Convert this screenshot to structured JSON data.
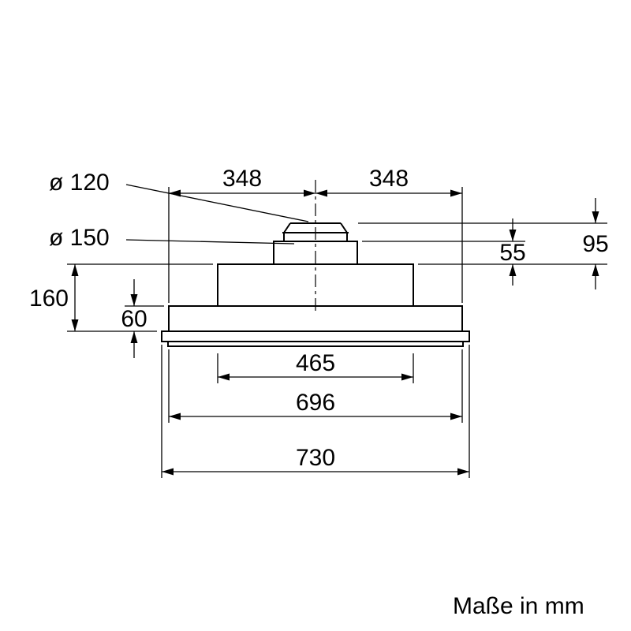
{
  "drawing": {
    "labels": {
      "dia_top": "ø 120",
      "dia_bottom": "ø 150",
      "width_left_half": "348",
      "width_right_half": "348",
      "height_collar_step": "55",
      "height_collar_total": "95",
      "height_canopy": "160",
      "height_body": "60",
      "width_inner": "465",
      "width_body": "696",
      "width_total": "730"
    },
    "note": "Maße in mm",
    "colors": {
      "line": "#000000",
      "background": "#ffffff"
    }
  }
}
